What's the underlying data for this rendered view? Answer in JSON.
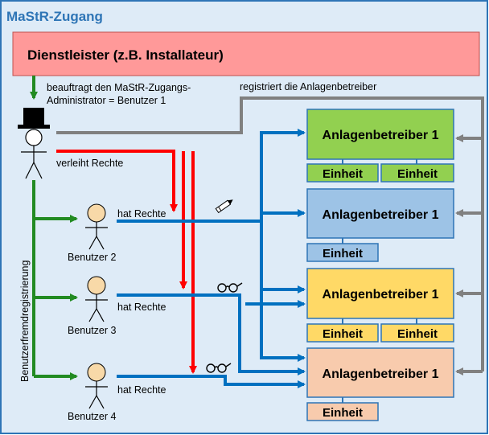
{
  "title": "MaStR-Zugang",
  "provider": "Dienstleister (z.B. Installateur)",
  "labels": {
    "commissions_line1": "beauftragt den MaStR-Zugangs-",
    "commissions_line2": "Administrator = Benutzer 1",
    "registers": "registriert die Anlagenbetreiber",
    "grants": "verleiht Rechte",
    "has_rights": "hat Rechte",
    "external_registration": "Benutzerfremdregistrierung"
  },
  "users": [
    "Benutzer 2",
    "Benutzer 3",
    "Benutzer 4"
  ],
  "operators": [
    {
      "label": "Anlagenbetreiber 1",
      "units": [
        "Einheit",
        "Einheit"
      ],
      "color": "#92d050"
    },
    {
      "label": "Anlagenbetreiber 1",
      "units": [
        "Einheit"
      ],
      "color": "#9dc3e6"
    },
    {
      "label": "Anlagenbetreiber 1",
      "units": [
        "Einheit",
        "Einheit"
      ],
      "color": "#ffd966"
    },
    {
      "label": "Anlagenbetreiber 1",
      "units": [
        "Einheit"
      ],
      "color": "#f8cbad"
    }
  ],
  "colors": {
    "frame": "#2e75b6",
    "background": "#deebf7",
    "provider_fill": "#ff9999",
    "green_arrow": "#228b22",
    "red_arrow": "#ff0000",
    "blue_arrow": "#0070c0",
    "gray_arrow": "#808080"
  }
}
